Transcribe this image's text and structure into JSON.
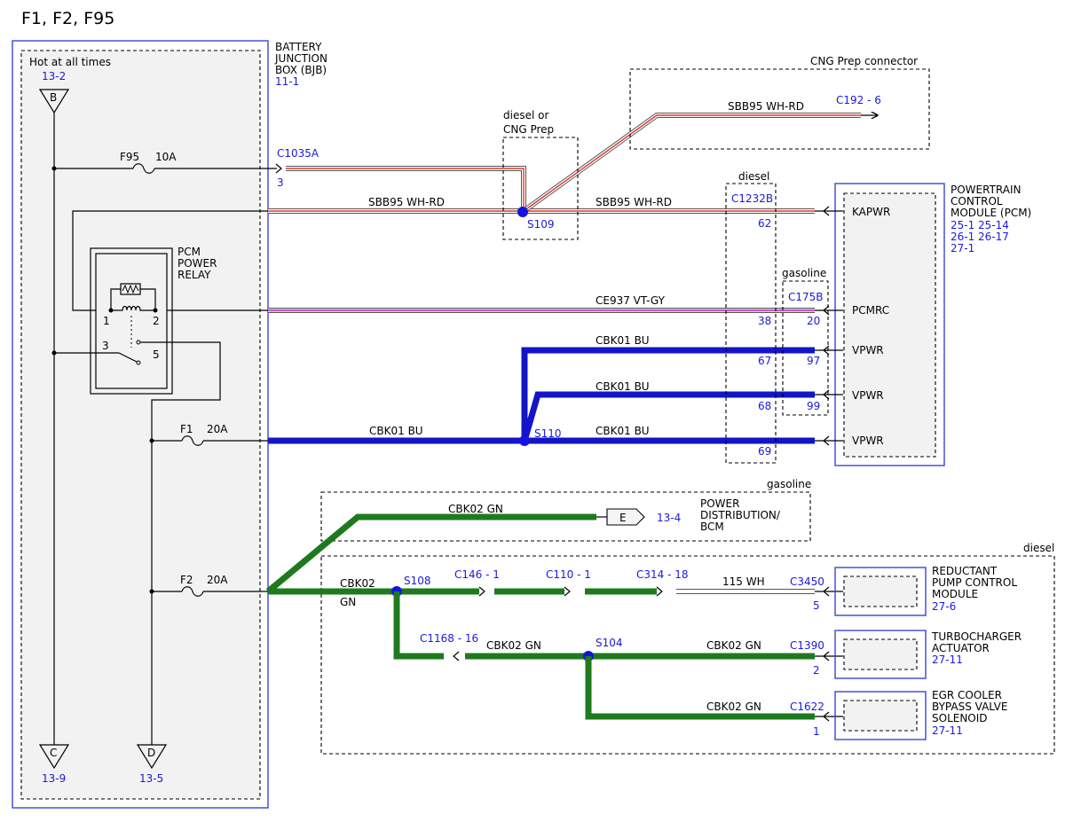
{
  "title": "F1, F2, F95",
  "bjb": {
    "label": [
      "BATTERY",
      "JUNCTION",
      "BOX (BJB)"
    ],
    "ref": "11-1",
    "hot_label": "Hot at all times",
    "b_ref": "13-2",
    "conn_b": "B",
    "conn_c": "C",
    "conn_d": "D",
    "c_ref": "13-9",
    "d_ref": "13-5",
    "fuse_f95": "F95",
    "fuse_f95_amp": "10A",
    "fuse_f1": "F1",
    "fuse_f1_amp": "20A",
    "fuse_f2": "F2",
    "fuse_f2_amp": "20A",
    "c1035a": "C1035A",
    "c1035a_pin": "3"
  },
  "relay": {
    "label": [
      "PCM",
      "POWER",
      "RELAY"
    ],
    "pin1": "1",
    "pin2": "2",
    "pin3": "3",
    "pin5": "5"
  },
  "splice_s109": {
    "label": [
      "diesel or",
      "CNG Prep"
    ],
    "id": "S109"
  },
  "cng": {
    "label": "CNG Prep connector",
    "wire": "SBB95  WH-RD",
    "conn": "C192 - 6"
  },
  "wires": {
    "sbb95_left": "SBB95  WH-RD",
    "sbb95_right": "SBB95  WH-RD",
    "ce937": "CE937  VT-GY",
    "cbk01_top": "CBK01  BU",
    "cbk01_mid": "CBK01  BU",
    "cbk01_left": "CBK01  BU",
    "cbk01_right": "CBK01  BU",
    "cbk02_top": "CBK02  GN",
    "cbk02_main": "CBK02",
    "cbk02_main_color": "GN",
    "cbk02_c1168": "CBK02  GN",
    "cbk02_c1390": "CBK02  GN",
    "cbk02_c1622": "CBK02  GN",
    "w115": "115  WH"
  },
  "splices": {
    "s110": "S110",
    "s108": "S108",
    "s104": "S104"
  },
  "diesel_c1232b": {
    "label": "diesel",
    "conn": "C1232B",
    "p62": "62",
    "p38": "38",
    "p67": "67",
    "p68": "68",
    "p69": "69"
  },
  "gasoline_c175b": {
    "label": "gasoline",
    "conn": "C175B",
    "p20": "20",
    "p97": "97",
    "p99": "99"
  },
  "pcm": {
    "label": [
      "POWERTRAIN",
      "CONTROL",
      "MODULE (PCM)"
    ],
    "refs": [
      "25-1  25-14",
      "26-1  26-17",
      "27-1"
    ],
    "kapwr": "KAPWR",
    "pcmrc": "PCMRC",
    "vpwr1": "VPWR",
    "vpwr2": "VPWR",
    "vpwr3": "VPWR"
  },
  "power_dist": {
    "label": "gasoline",
    "conn": "E",
    "ref": "13-4",
    "name": [
      "POWER",
      "DISTRIBUTION/",
      "BCM"
    ]
  },
  "diesel_group": {
    "label": "diesel",
    "c146": "C146 - 1",
    "c110": "C110 - 1",
    "c314": "C314 - 18",
    "c1168": "C1168 - 16",
    "c3450": "C3450",
    "c3450_pin": "5",
    "c1390": "C1390",
    "c1390_pin": "2",
    "c1622": "C1622",
    "c1622_pin": "1",
    "rpcm": [
      "REDUCTANT",
      "PUMP CONTROL",
      "MODULE"
    ],
    "rpcm_ref": "27-6",
    "turbo": [
      "TURBOCHARGER",
      "ACTUATOR"
    ],
    "turbo_ref": "27-11",
    "egr": [
      "EGR COOLER",
      "BYPASS VALVE",
      "SOLENOID"
    ],
    "egr_ref": "27-11"
  },
  "colors": {
    "blue_wire": "#1414c8",
    "green_wire": "#1f7a1f",
    "wh_rd": "#d83a2a",
    "vt_gy": "#c060c0",
    "ref_text": "#1a1adc"
  }
}
